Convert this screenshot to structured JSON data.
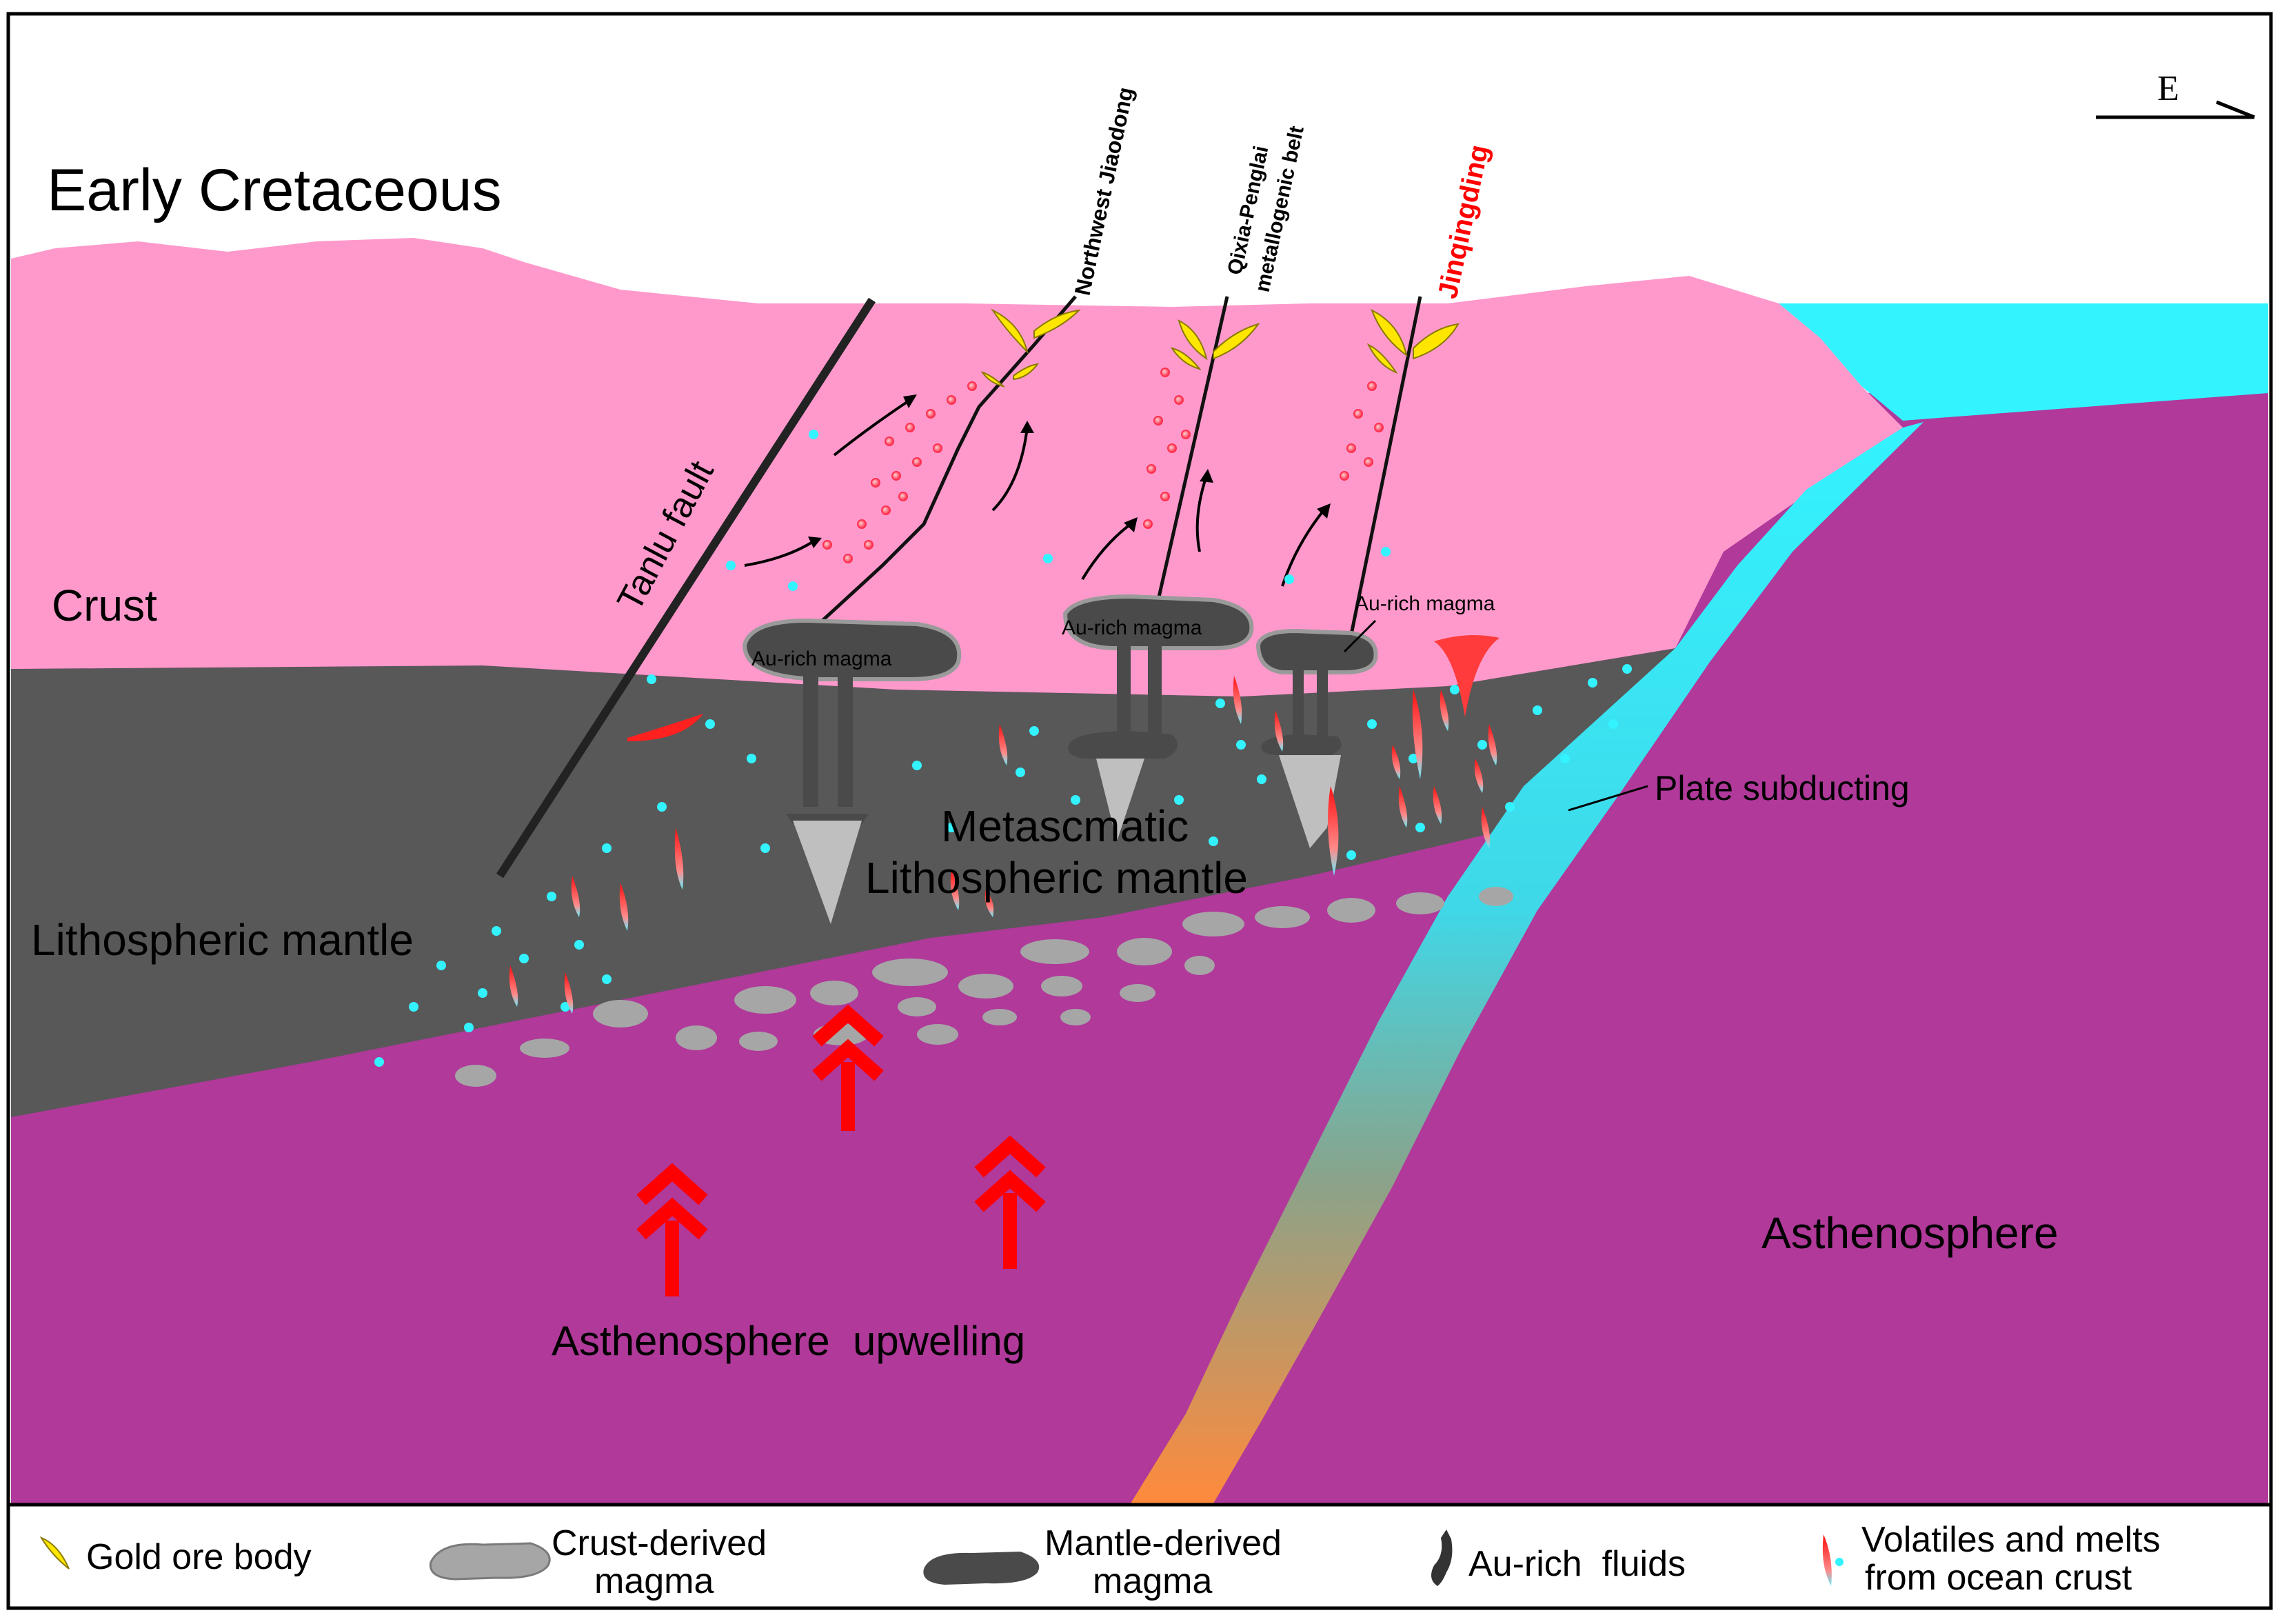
{
  "title": "Early Cretaceous",
  "direction": "E",
  "layers": {
    "crust": "Crust",
    "lithospheric_mantle": "Lithospheric mantle",
    "metasomatic_1": "Metascmatic",
    "metasomatic_2": "Lithospheric mantle",
    "asthenosphere": "Asthenosphere",
    "upwelling": "Asthenosphere  upwelling",
    "plate_subducting": "Plate subducting"
  },
  "faults": {
    "tanlu": "Tanlu fault",
    "northwest": "Northwest Jiaodong",
    "qixia_1": "Qixia-Penglai",
    "qixia_2": "metallogenic belt",
    "jinqingding": "Jinqingding"
  },
  "magma_labels": {
    "m1": "Au-rich magma",
    "m2": "Au-rich magma",
    "m3": "Au-rich magma"
  },
  "legend": {
    "gold_ore": "Gold ore body",
    "crust_magma_1": "Crust-derived",
    "crust_magma_2": "magma",
    "mantle_magma_1": "Mantle-derived",
    "mantle_magma_2": "magma",
    "au_fluids": "Au-rich  fluids",
    "volatiles_1": "Volatiles and melts",
    "volatiles_2": "from ocean crust"
  },
  "colors": {
    "crust": "#ff99cc",
    "lithosphere": "#595959",
    "asthenosphere": "#b0399a",
    "ocean": "#33f3ff",
    "crust_magma": "#a6a6a6",
    "mantle_magma": "#4a4a4a",
    "gold": "#ffe600",
    "arrow": "#ff0000",
    "highlight_label": "#ff0000"
  }
}
